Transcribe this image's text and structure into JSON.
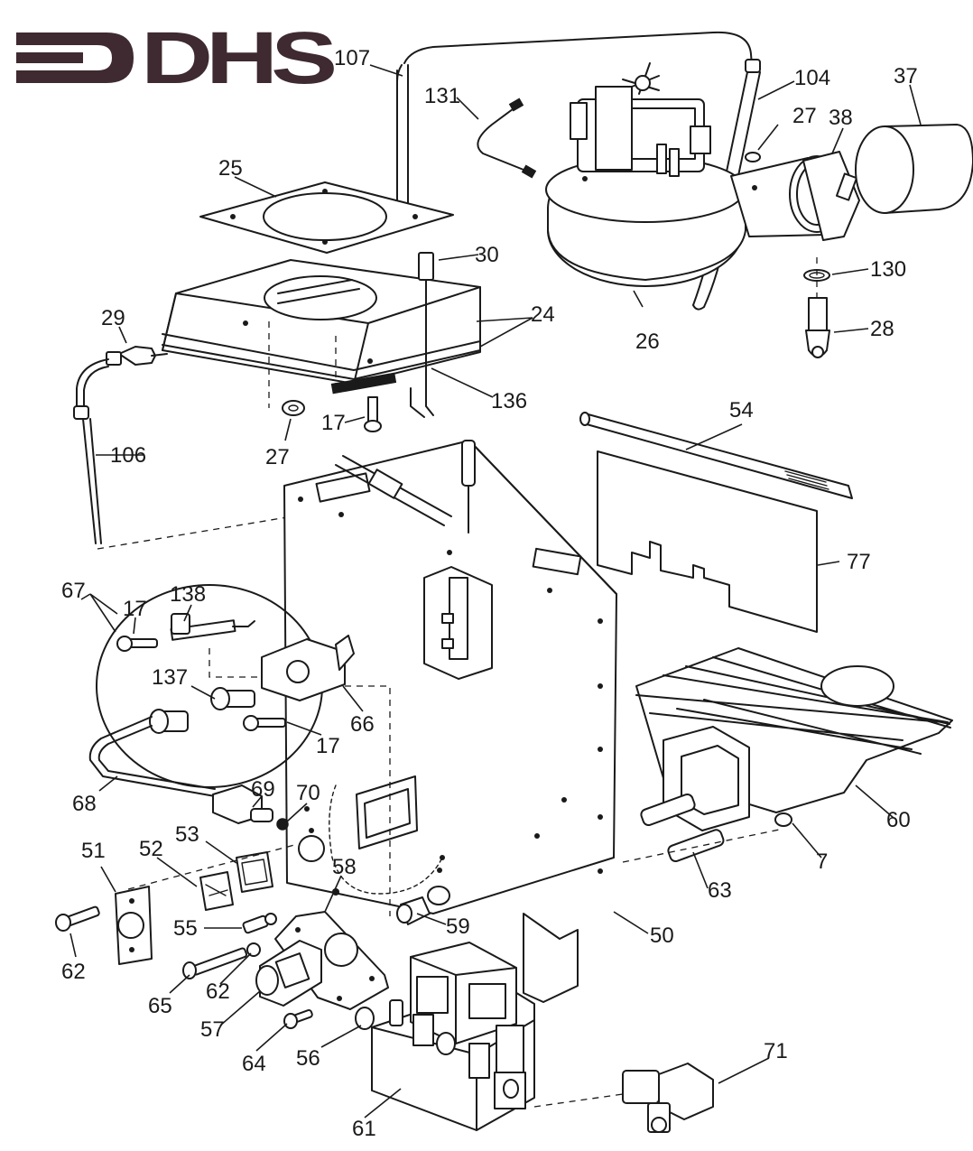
{
  "logo": {
    "text": "DHS",
    "color": "#3e2a30"
  },
  "callouts": [
    {
      "id": "107",
      "label": "107"
    },
    {
      "id": "131",
      "label": "131"
    },
    {
      "id": "104",
      "label": "104"
    },
    {
      "id": "37",
      "label": "37"
    },
    {
      "id": "27a",
      "label": "27"
    },
    {
      "id": "38",
      "label": "38"
    },
    {
      "id": "25",
      "label": "25"
    },
    {
      "id": "30",
      "label": "30"
    },
    {
      "id": "130",
      "label": "130"
    },
    {
      "id": "29",
      "label": "29"
    },
    {
      "id": "24",
      "label": "24"
    },
    {
      "id": "26",
      "label": "26"
    },
    {
      "id": "28",
      "label": "28"
    },
    {
      "id": "136",
      "label": "136"
    },
    {
      "id": "17a",
      "label": "17"
    },
    {
      "id": "106",
      "label": "106"
    },
    {
      "id": "27b",
      "label": "27"
    },
    {
      "id": "54",
      "label": "54"
    },
    {
      "id": "77",
      "label": "77"
    },
    {
      "id": "67",
      "label": "67"
    },
    {
      "id": "17b",
      "label": "17"
    },
    {
      "id": "138",
      "label": "138"
    },
    {
      "id": "137",
      "label": "137"
    },
    {
      "id": "66",
      "label": "66"
    },
    {
      "id": "17c",
      "label": "17"
    },
    {
      "id": "68",
      "label": "68"
    },
    {
      "id": "69",
      "label": "69"
    },
    {
      "id": "70",
      "label": "70"
    },
    {
      "id": "60",
      "label": "60"
    },
    {
      "id": "7",
      "label": "7"
    },
    {
      "id": "51",
      "label": "51"
    },
    {
      "id": "52",
      "label": "52"
    },
    {
      "id": "53",
      "label": "53"
    },
    {
      "id": "58",
      "label": "58"
    },
    {
      "id": "63",
      "label": "63"
    },
    {
      "id": "55",
      "label": "55"
    },
    {
      "id": "59",
      "label": "59"
    },
    {
      "id": "50",
      "label": "50"
    },
    {
      "id": "62a",
      "label": "62"
    },
    {
      "id": "65",
      "label": "65"
    },
    {
      "id": "62b",
      "label": "62"
    },
    {
      "id": "57",
      "label": "57"
    },
    {
      "id": "64",
      "label": "64"
    },
    {
      "id": "56",
      "label": "56"
    },
    {
      "id": "71",
      "label": "71"
    },
    {
      "id": "61",
      "label": "61"
    }
  ]
}
